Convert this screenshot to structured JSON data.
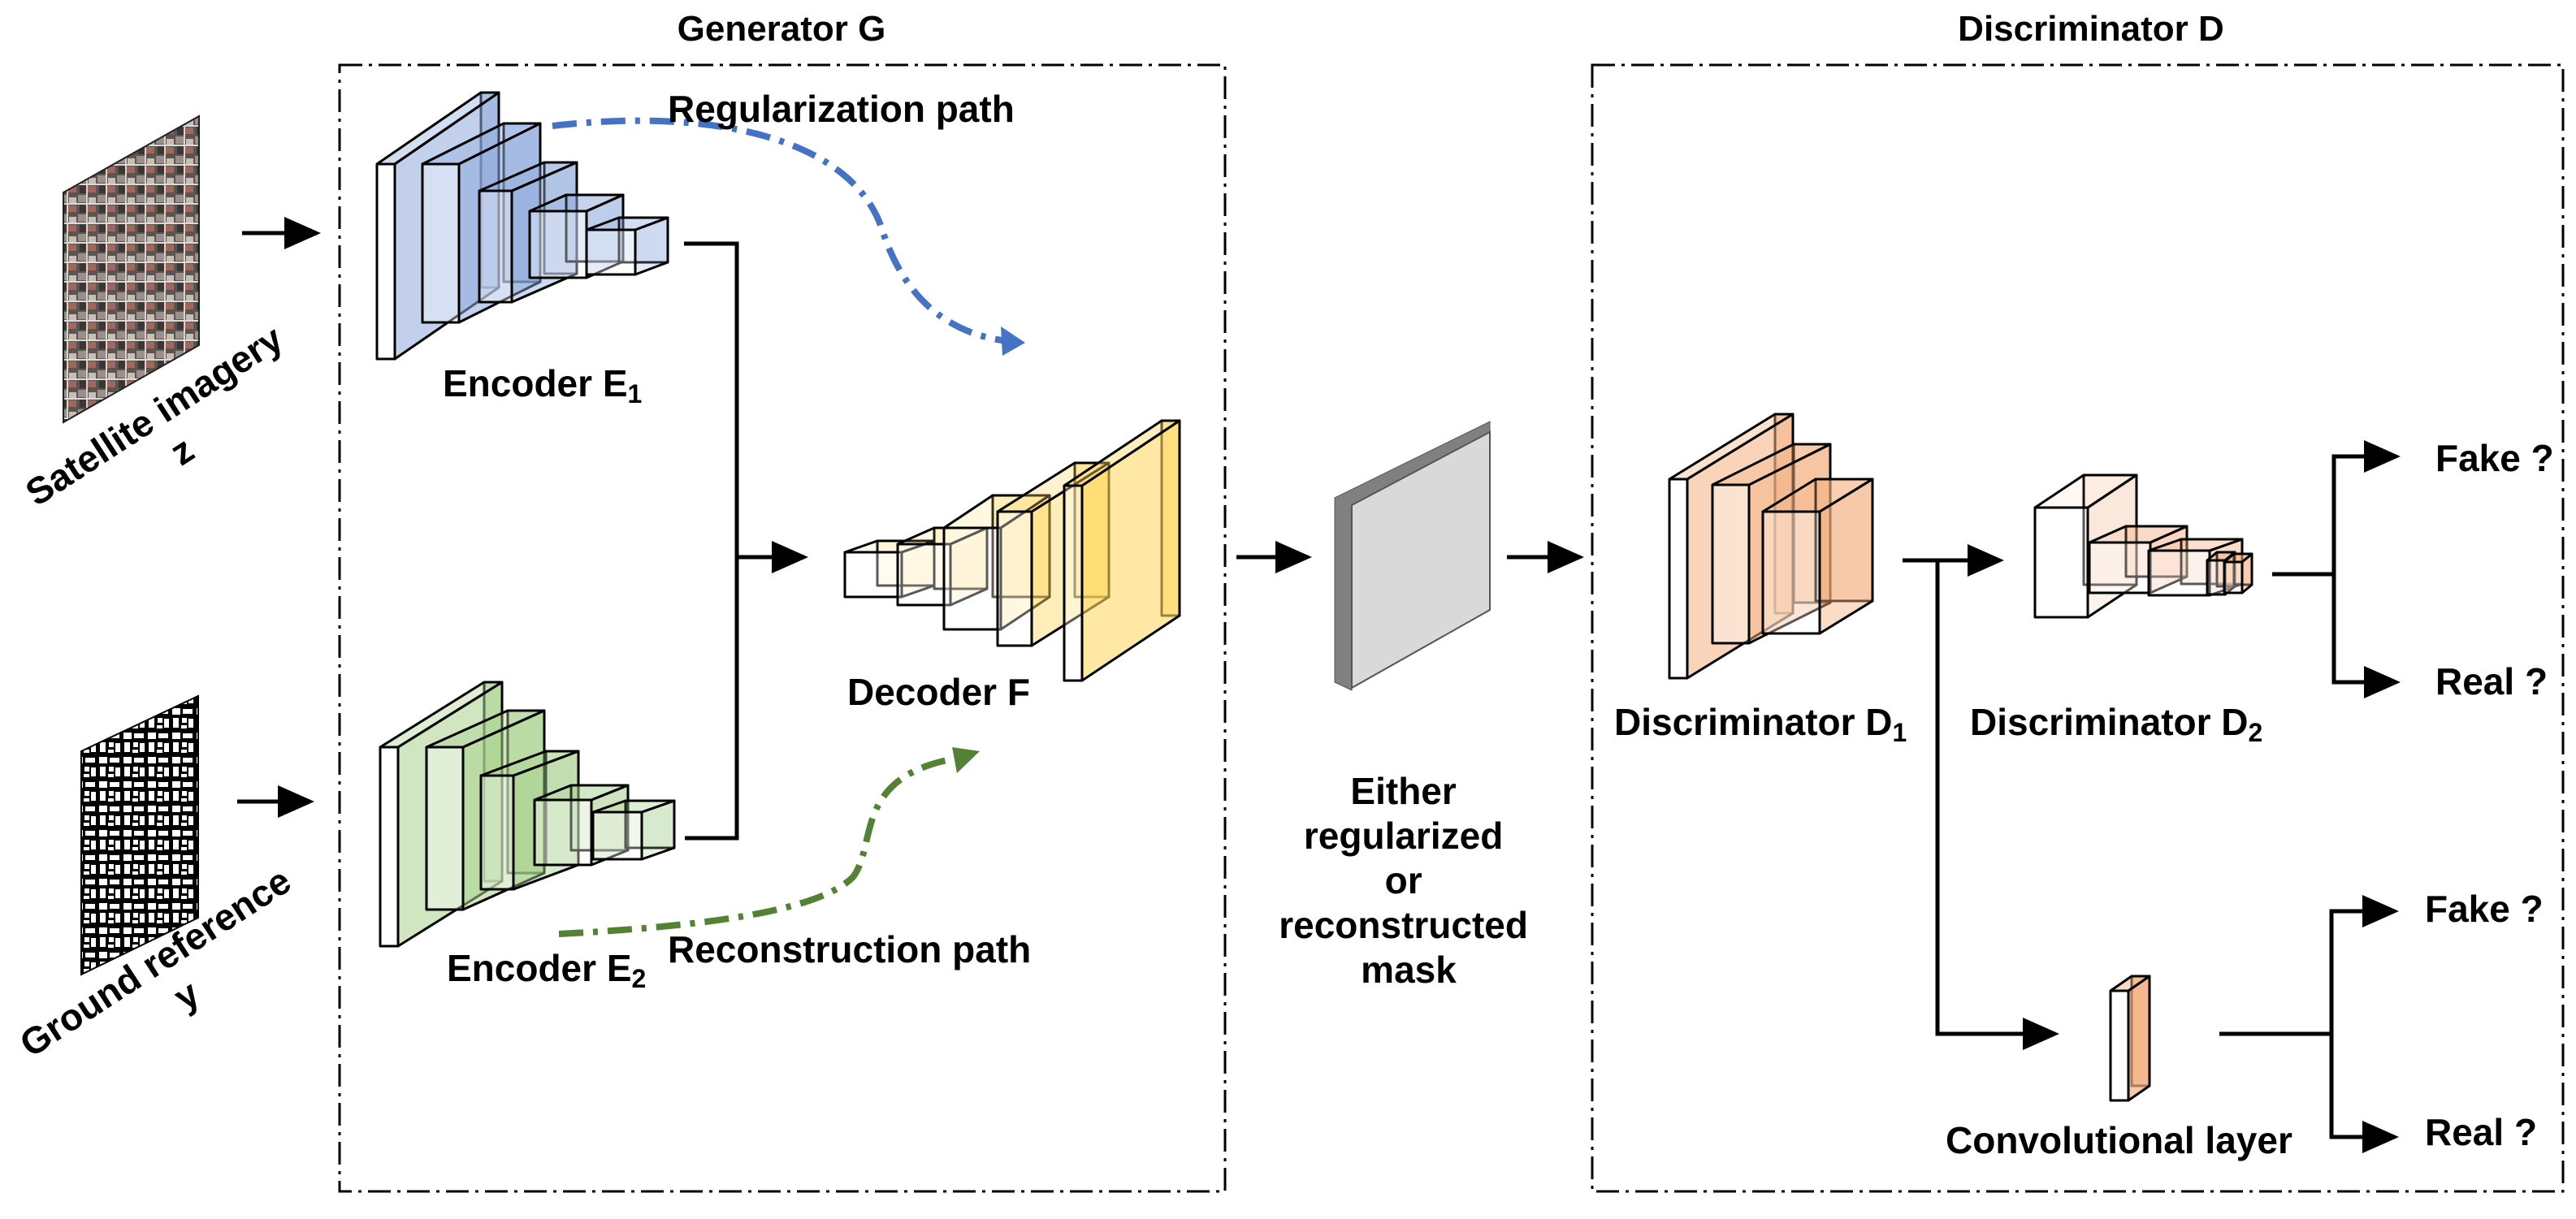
{
  "colors": {
    "encoder1": "#8faadc",
    "encoder2": "#a9d18e",
    "decoder": "#ffd966",
    "discriminator": "#f4b183",
    "regularization": "#4472c4",
    "reconstruction": "#548235",
    "mask_side": "#808080",
    "mask_face": "#d9d9d9"
  },
  "generator": {
    "title": "Generator G",
    "encoder1": {
      "name": "Encoder E",
      "sub": "1"
    },
    "encoder2": {
      "name": "Encoder E",
      "sub": "2"
    },
    "decoder": {
      "name": "Decoder F"
    },
    "regularization_label": "Regularization path",
    "reconstruction_label": "Reconstruction path"
  },
  "inputs": {
    "satellite": {
      "line1": "Satellite imagery",
      "line2": "z"
    },
    "ground": {
      "line1": "Ground reference",
      "line2": "y"
    }
  },
  "mask": {
    "lines": [
      "Either",
      "regularized",
      "or",
      "reconstructed",
      "mask"
    ]
  },
  "discriminator": {
    "title": "Discriminator D",
    "d1": {
      "name": "Discriminator D",
      "sub": "1"
    },
    "d2": {
      "name": "Discriminator D",
      "sub": "2"
    },
    "conv": {
      "name": "Convolutional layer"
    },
    "outputs": [
      "Fake ?",
      "Real ?",
      "Fake ?",
      "Real ?"
    ]
  }
}
